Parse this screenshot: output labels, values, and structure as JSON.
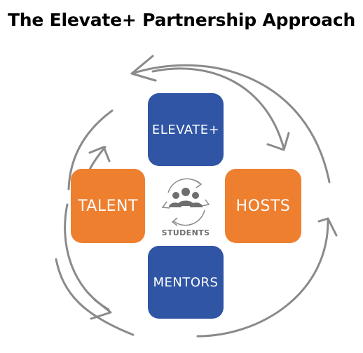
{
  "title": "The Elevate+ Partnership Approach",
  "nodes": {
    "top": "ELEVATE+",
    "left": "TALENT",
    "right": "HOSTS",
    "bottom": "MENTORS",
    "center": "STUDENTS"
  },
  "icons": {
    "center": "group-people-icon",
    "cycle": "circular-arrows-icon"
  },
  "colors": {
    "blue": "#2f55a4",
    "orange": "#ee7f2f",
    "arrow_gray": "#8a8a8a",
    "center_gray": "#6e6e6e"
  }
}
